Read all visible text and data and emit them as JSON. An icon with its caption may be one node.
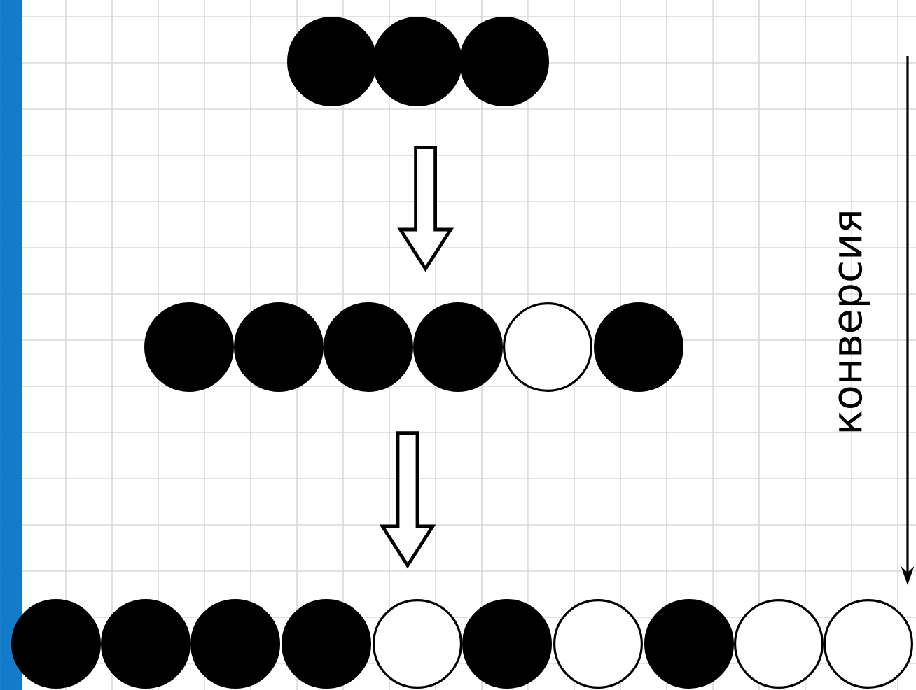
{
  "diagram": {
    "nodes": [
      {
        "text": [],
        "shape": "circle"
      },
      {
        "text": [],
        "shape": "circle"
      },
      {
        "text": [],
        "shape": "circle"
      },
      {
        "text": [],
        "shape": "circle"
      },
      {
        "text": [],
        "shape": "circle"
      },
      {
        "text": [],
        "shape": "circle"
      },
      {
        "text": [],
        "shape": "circle"
      },
      {
        "text": [],
        "shape": "circle"
      },
      {
        "text": [],
        "shape": "circle"
      },
      {
        "text": [],
        "shape": "circle"
      },
      {
        "text": [],
        "shape": "circle"
      },
      {
        "text": [],
        "shape": "circle"
      },
      {
        "text": [],
        "shape": "circle"
      },
      {
        "text": [],
        "shape": "circle"
      },
      {
        "text": [],
        "shape": "circle"
      },
      {
        "text": [],
        "shape": "circle"
      },
      {
        "text": [],
        "shape": "circle"
      },
      {
        "text": [],
        "shape": "circle"
      },
      {
        "text": [],
        "shape": "circle"
      }
    ],
    "edges": [
      {
        "from": 1,
        "to": 6,
        "arrow": "to"
      },
      {
        "from": 5,
        "to": 13,
        "arrow": "to"
      }
    ],
    "labels": [
      "конверсия"
    ]
  }
}
